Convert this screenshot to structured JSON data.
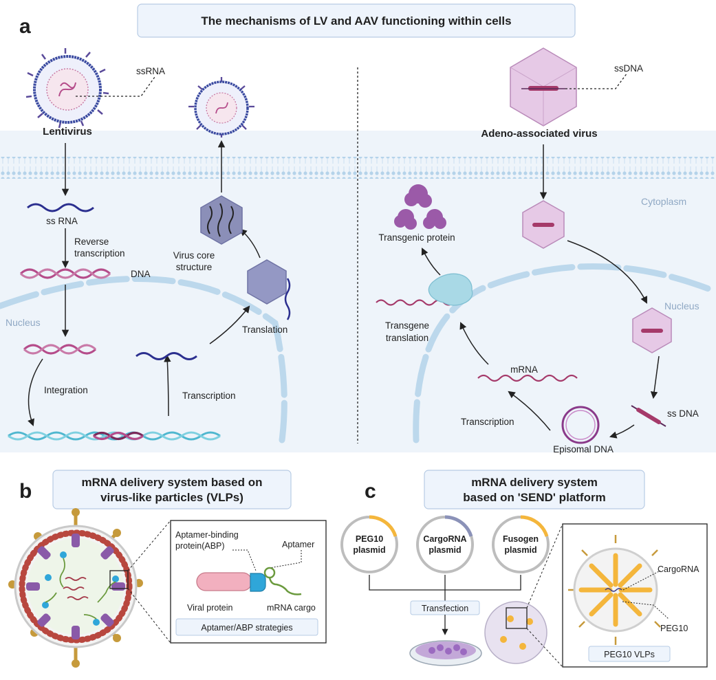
{
  "panel_a": {
    "letter": "a",
    "title": "The mechanisms of LV and AAV functioning within cells",
    "lentivirus": {
      "virus_name": "Lentivirus",
      "genome_label": "ssRNA",
      "ss_rna": "ss RNA",
      "reverse_transcription": [
        "Reverse",
        "transcription"
      ],
      "dna": "DNA",
      "nucleus": "Nucleus",
      "integration": "Integration",
      "transcription": "Transcription",
      "translation": "Translation",
      "virus_core": [
        "Virus core",
        "structure"
      ]
    },
    "aav": {
      "virus_name": "Adeno-associated virus",
      "genome_label": "ssDNA",
      "cytoplasm": "Cytoplasm",
      "nucleus": "Nucleus",
      "transgenic_protein": "Transgenic protein",
      "transgene_translation": [
        "Transgene",
        "translation"
      ],
      "mrna": "mRNA",
      "transcription": "Transcription",
      "ss_dna": "ss DNA",
      "episomal_dna": "Episomal DNA"
    }
  },
  "panel_b": {
    "letter": "b",
    "title": [
      "mRNA delivery system based on",
      "virus-like particles (VLPs)"
    ],
    "inset": {
      "abp": [
        "Aptamer-binding",
        "protein(ABP)"
      ],
      "aptamer": "Aptamer",
      "viral_protein": "Viral protein",
      "mrna_cargo": "mRNA cargo",
      "strategy_box": "Aptamer/ABP strategies"
    }
  },
  "panel_c": {
    "letter": "c",
    "title": [
      "mRNA delivery system",
      "based on 'SEND' platform"
    ],
    "plasmids": [
      {
        "line1": "PEG10",
        "line2": "plasmid"
      },
      {
        "line1": "CargoRNA",
        "line2": "plasmid"
      },
      {
        "line1": "Fusogen",
        "line2": "plasmid"
      }
    ],
    "transfection": "Transfection",
    "inset": {
      "cargo_rna": "CargoRNA",
      "peg10": "PEG10",
      "vlp_box": "PEG10 VLPs"
    }
  },
  "colors": {
    "membrane": "#a9cbe6",
    "cell_bg": "#eef4fa",
    "title_box_fill": "#eef4fc",
    "title_box_stroke": "#b7cbe4",
    "rna": "#2b2f8f",
    "dna_pink": "#b54c8a",
    "dna_teal": "#4fb7cf",
    "capsid_grey": "#8b8fb8",
    "aav_capsid": "#e6c9e6",
    "protein_purple": "#9b5aa8",
    "virion_spike": "#c69a3b",
    "vlp_shell": "#b8473f",
    "plasmid_orange": "#f4b63c",
    "plasmid_slate": "#8b92b8",
    "aptamer_blue": "#2fa6d9",
    "viral_protein_pink": "#f2b0bf",
    "mrna_green": "#6b9a3e"
  }
}
